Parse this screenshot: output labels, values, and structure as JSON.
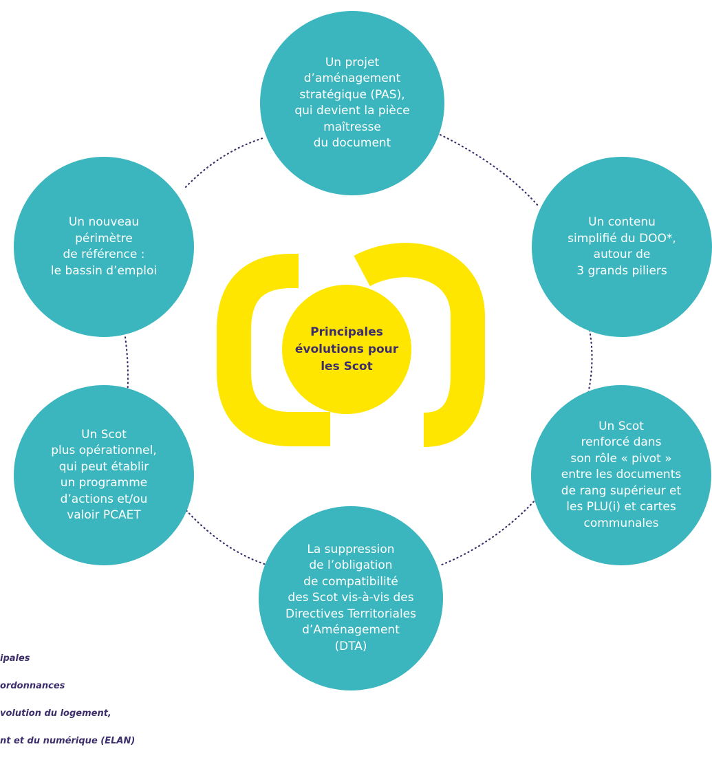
{
  "colors": {
    "bubble": "#3BB6BE",
    "accent": "#FFE600",
    "center_text": "#3D2E6B",
    "connector": "#3D2E6B"
  },
  "center": {
    "label": "Principales\névolutions pour\nles Scot"
  },
  "nodes": [
    {
      "id": "pas",
      "text": "Un projet\nd’aménagement\nstratégique (PAS),\nqui devient la pièce\nmaîtresse\ndu document"
    },
    {
      "id": "doo",
      "text": "Un contenu\nsimplifié du DOO*,\nautour de\n3 grands piliers"
    },
    {
      "id": "pivot",
      "text": "Un Scot\nrenforcé dans\nson rôle « pivot »\nentre les documents\nde rang supérieur et\nles PLU(i) et cartes\ncommunales"
    },
    {
      "id": "dta",
      "text": "La suppression\nde l’obligation\nde compatibilité\ndes Scot vis-à-vis des\nDirectives Territoriales\nd’Aménagement\n(DTA)"
    },
    {
      "id": "operationnel",
      "text": "Un Scot\nplus opérationnel,\nqui peut établir\nun programme\nd’actions et/ou\nvaloir PCAET"
    },
    {
      "id": "perimetre",
      "text": "Un nouveau\npérimètre\nde référence :\nle bassin d’emploi"
    }
  ],
  "footnote": {
    "lines": [
      "ipales",
      "ordonnances",
      "volution du logement,",
      "nt et du numérique (ELAN)"
    ]
  }
}
